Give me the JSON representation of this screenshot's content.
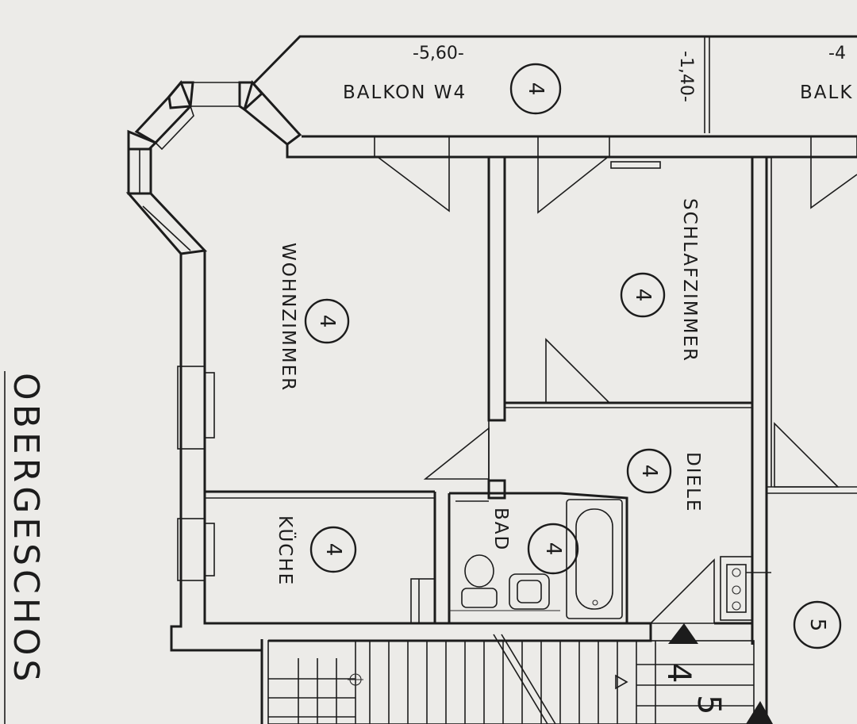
{
  "floor_title": "OBERGESCHOS",
  "dimensions": {
    "balcony_width": "-5,60-",
    "balcony_depth": "-1,40-",
    "next_balcony_width": "-4"
  },
  "rooms": {
    "balkon_w4": "BALKON W4",
    "balkon_next": "BALK",
    "wohnzimmer": "WOHNZIMMER",
    "schlafzimmer": "SCHLAFZIMMER",
    "kueche": "KÜCHE",
    "bad": "BAD",
    "diele": "DIELE"
  },
  "unit_markers": {
    "balkon": "4",
    "wohnzimmer": "4",
    "schlafzimmer": "4",
    "kueche": "4",
    "bad": "4",
    "diele": "4",
    "neighbor": "5",
    "stair_4": "4",
    "stair_5": "5"
  }
}
